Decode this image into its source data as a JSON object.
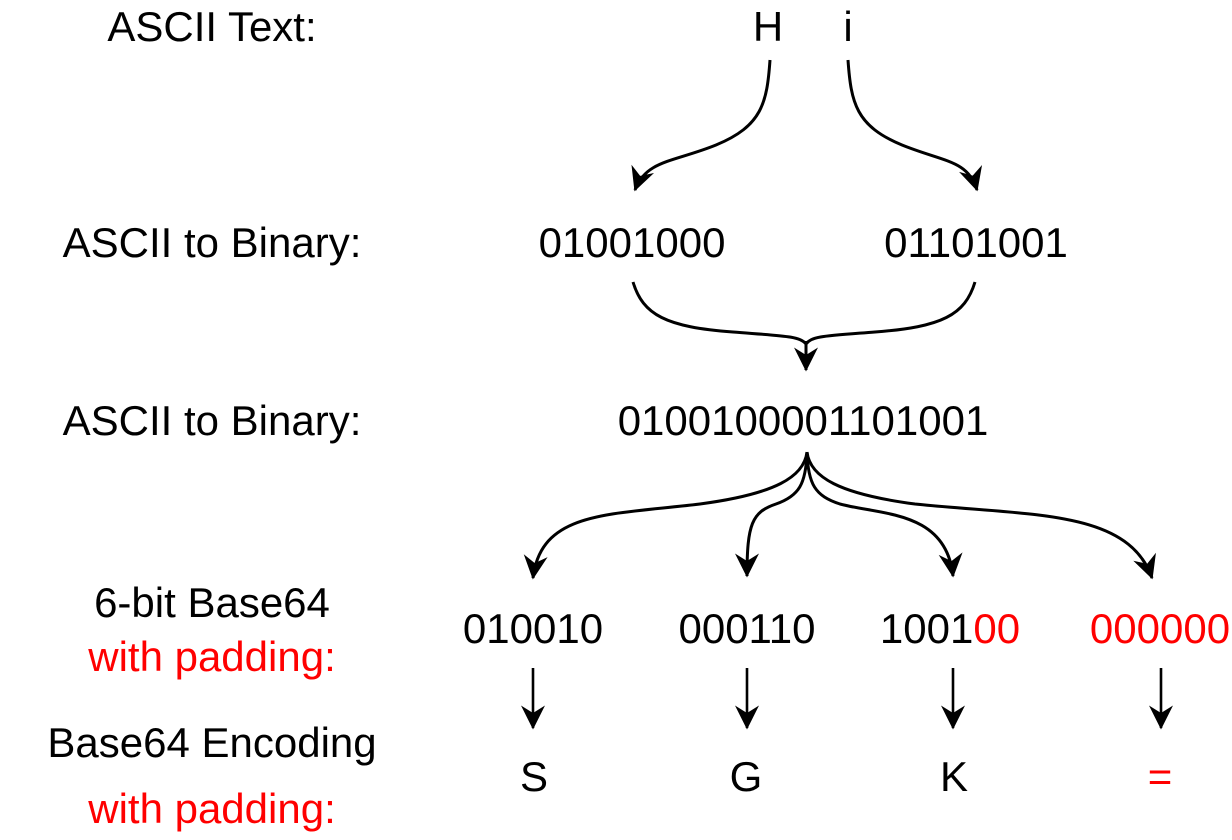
{
  "colors": {
    "text": "#000000",
    "padding_red": "#ff0000",
    "background": "#ffffff"
  },
  "ascii_text_row": {
    "label": "ASCII Text:",
    "chars": [
      "H",
      "i"
    ]
  },
  "ascii_binary_row": {
    "label": "ASCII to Binary:",
    "values": [
      "01001000",
      "01101001"
    ]
  },
  "combined_binary_row": {
    "label": "ASCII to Binary:",
    "value": "0100100001101001"
  },
  "base64_bits_row": {
    "label_line1": "6-bit Base64",
    "label_line2": "with padding:",
    "groups": [
      {
        "bits_black": "010010",
        "bits_red": ""
      },
      {
        "bits_black": "000110",
        "bits_red": ""
      },
      {
        "bits_black": "1001",
        "bits_red": "00"
      },
      {
        "bits_black": "",
        "bits_red": "000000"
      }
    ]
  },
  "base64_chars_row": {
    "label_line1": "Base64 Encoding",
    "label_line2": "with padding:",
    "chars": [
      {
        "text": "S",
        "color": "black"
      },
      {
        "text": "G",
        "color": "black"
      },
      {
        "text": "K",
        "color": "black"
      },
      {
        "text": "=",
        "color": "red"
      }
    ]
  }
}
